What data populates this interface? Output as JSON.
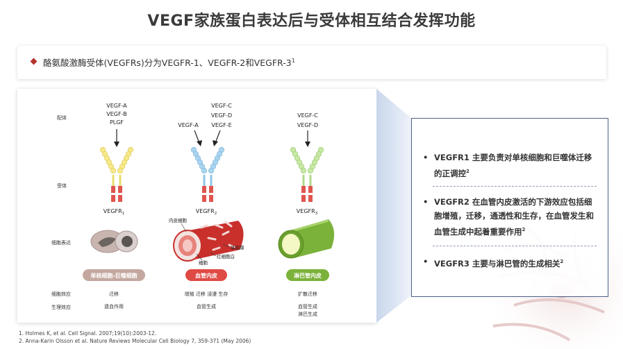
{
  "title": "VEGF家族蛋白表达后与受体相互结合发挥功能",
  "subtitle": {
    "text": "酪氨酸激酶受体(VEGFRs)分为VEGFR-1、VEGFR-2和VEGFR-3",
    "sup": "1"
  },
  "diagram": {
    "row_labels": {
      "ligand": "配体",
      "receptor": "受体",
      "cell_expression": "细胞表达",
      "cell_effect": "细胞效应",
      "biological_effect": "生理效应"
    },
    "columns": [
      {
        "ligands": [
          "VEGF-A",
          "VEGF-B",
          "PLGF"
        ],
        "receptor_name": "VEGFR",
        "receptor_sub": "1",
        "cell_badge": "单核细胞-巨噬细胞",
        "cell_effect": "迁移",
        "bio_effect": "遗血作用",
        "color": "#f7e98a",
        "badge_color": "#c4a8a0"
      },
      {
        "ligands_left": [
          "VEGF-A"
        ],
        "ligands": [
          "VEGF-C",
          "VEGF-D",
          "VEGF-E"
        ],
        "receptor_name": "VEGFR",
        "receptor_sub": "2",
        "cell_badge": "血管内皮",
        "cell_effect": "增殖 迁移 浸漫 生存",
        "bio_effect": "血管生成",
        "annotations": [
          "内皮细胞",
          "基底膜",
          "红细胞白",
          "细胞"
        ],
        "color": "#a9d4ef",
        "badge_color": "#e04a45"
      },
      {
        "ligands": [
          "VEGF-C",
          "VEGF-D"
        ],
        "receptor_name": "VEGFR",
        "receptor_sub": "3",
        "cell_badge": "淋巴管内皮",
        "cell_effect": "扩散迁移",
        "bio_effect": [
          "血管生成",
          "淋巴生成"
        ],
        "color": "#c8e8a6",
        "badge_color": "#7bb23a"
      }
    ]
  },
  "info": [
    {
      "text": "VEGFR1 主要负责对单核细胞和巨噬体迁移的正调控",
      "sup": "2"
    },
    {
      "text": "VEGFR2 在血管内皮激活的下游效应包括细胞增殖，迁移，通透性和生存，在血管发生和血管生成中起着重要作用",
      "sup": "2"
    },
    {
      "text": "VEGFR3 主要与淋巴管的生成相关",
      "sup": "2"
    }
  ],
  "references": [
    "1.  Holmes K, et al. Cell Signal. 2007;19(10):2003-12.",
    "2.  Anna-Karin Olsson et al. Nature Reviews Molecular Cell Biology 7, 359-371 (May 2006)"
  ],
  "colors": {
    "accent_red": "#b4322e",
    "title_gray": "#3a3a3a",
    "info_border": "#4a5f85",
    "receptor_red": "#e05550"
  }
}
